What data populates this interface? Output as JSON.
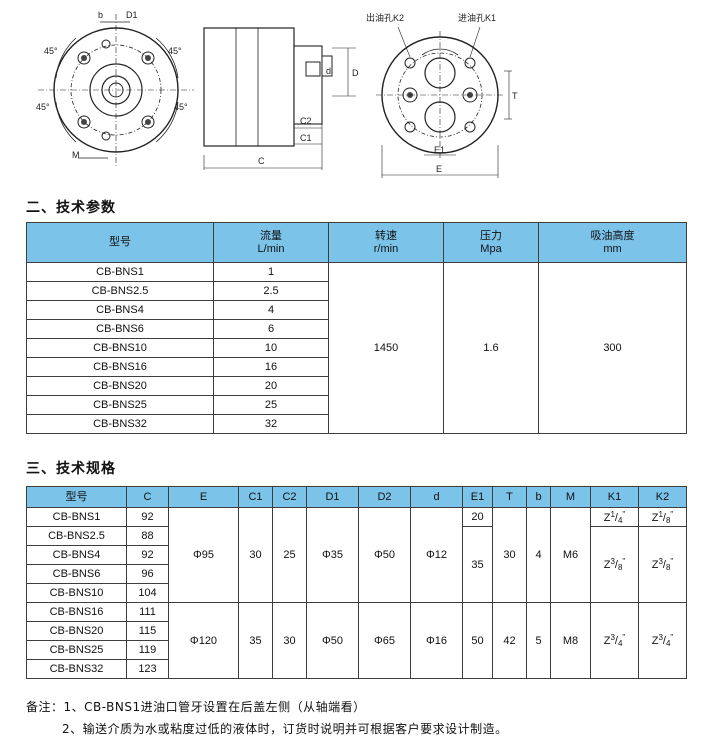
{
  "drawing_labels": {
    "left": {
      "b": "b",
      "d1": "D1",
      "a1": "45°",
      "a2": "45°",
      "a3": "45°",
      "a4": "45°",
      "m": "M"
    },
    "side": {
      "d": "d",
      "D": "D",
      "c2": "C2",
      "c1": "C1",
      "c": "C"
    },
    "right": {
      "outlet": "出油孔K2",
      "inlet": "进油孔K1",
      "t": "T",
      "e1": "E1",
      "e": "E"
    }
  },
  "section1_title": "二、技术参数",
  "table1": {
    "headers": [
      [
        "型号",
        ""
      ],
      [
        "流量",
        "L/min"
      ],
      [
        "转速",
        "r/min"
      ],
      [
        "压力",
        "Mpa"
      ],
      [
        "吸油高度",
        "mm"
      ]
    ],
    "rows": [
      {
        "model": "CB-BNS1",
        "flow": "1"
      },
      {
        "model": "CB-BNS2.5",
        "flow": "2.5"
      },
      {
        "model": "CB-BNS4",
        "flow": "4"
      },
      {
        "model": "CB-BNS6",
        "flow": "6"
      },
      {
        "model": "CB-BNS10",
        "flow": "10"
      },
      {
        "model": "CB-BNS16",
        "flow": "16"
      },
      {
        "model": "CB-BNS20",
        "flow": "20"
      },
      {
        "model": "CB-BNS25",
        "flow": "25"
      },
      {
        "model": "CB-BNS32",
        "flow": "32"
      }
    ],
    "speed": "1450",
    "pressure": "1.6",
    "suction": "300"
  },
  "section2_title": "三、技术规格",
  "table2": {
    "headers": {
      "model": "型号",
      "c": "C",
      "e": "E",
      "c1": "C1",
      "c2": "C2",
      "d1": "D1",
      "d2": "D2",
      "d": "d",
      "e1": "E1",
      "t": "T",
      "b": "b",
      "m": "M",
      "k1": "K1",
      "k2": "K2"
    },
    "rows": [
      {
        "model": "CB-BNS1",
        "c": "92"
      },
      {
        "model": "CB-BNS2.5",
        "c": "88"
      },
      {
        "model": "CB-BNS4",
        "c": "92"
      },
      {
        "model": "CB-BNS6",
        "c": "96"
      },
      {
        "model": "CB-BNS10",
        "c": "104"
      },
      {
        "model": "CB-BNS16",
        "c": "111"
      },
      {
        "model": "CB-BNS20",
        "c": "115"
      },
      {
        "model": "CB-BNS25",
        "c": "119"
      },
      {
        "model": "CB-BNS32",
        "c": "123"
      }
    ],
    "groupA": {
      "e": "Φ95",
      "c1": "30",
      "c2": "25",
      "d1": "Φ35",
      "d2": "Φ50",
      "d": "Φ12",
      "e1_first": "20",
      "e1_rest": "35",
      "t": "30",
      "b": "4",
      "m": "M6",
      "k1_first": {
        "p": "Z",
        "n": "1",
        "s": "/",
        "dd": "4",
        "q": "\""
      },
      "k2_first": {
        "p": "Z",
        "n": "1",
        "s": "/",
        "dd": "8",
        "q": "\""
      },
      "k1_rest": {
        "p": "Z",
        "n": "3",
        "s": "/",
        "dd": "8",
        "q": "\""
      },
      "k2_rest": {
        "p": "Z",
        "n": "3",
        "s": "/",
        "dd": "8",
        "q": "\""
      }
    },
    "groupB": {
      "e": "Φ120",
      "c1": "35",
      "c2": "30",
      "d1": "Φ50",
      "d2": "Φ65",
      "d": "Φ16",
      "e1": "50",
      "t": "42",
      "b": "5",
      "m": "M8",
      "k1": {
        "p": "Z",
        "n": "3",
        "s": "/",
        "dd": "4",
        "q": "\""
      },
      "k2": {
        "p": "Z",
        "n": "3",
        "s": "/",
        "dd": "4",
        "q": "\""
      }
    }
  },
  "notes": {
    "line1": "备注：1、CB-BNS1进油口管牙设置在后盖左侧（从轴端看）",
    "line2": "2、输送介质为水或粘度过低的液体时，订货时说明并可根据客户要求设计制造。"
  }
}
